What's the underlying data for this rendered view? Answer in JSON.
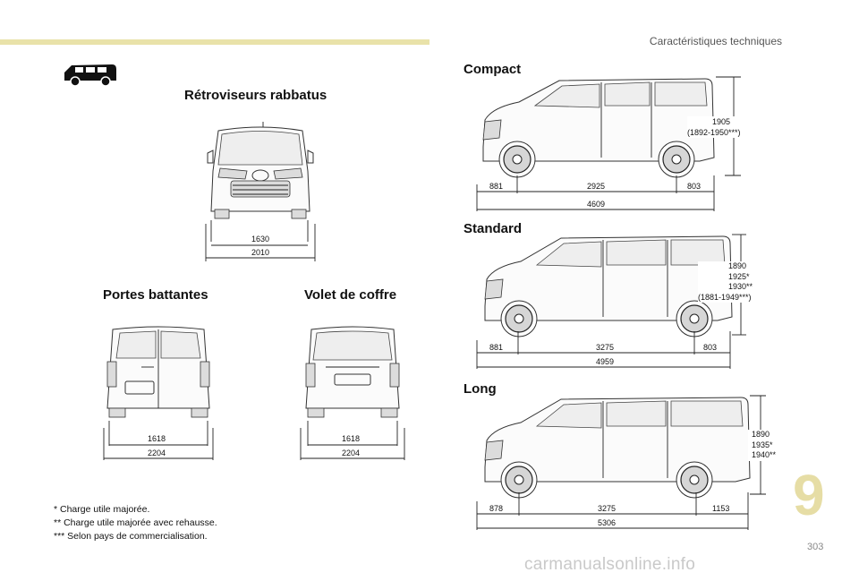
{
  "header": {
    "section_title": "Caractéristiques techniques",
    "chapter_number": "9",
    "page_number": "303"
  },
  "front_view": {
    "title": "Rétroviseurs rabbatus",
    "width_inner": "1630",
    "width_outer": "2010"
  },
  "rear_views": [
    {
      "title": "Portes battantes",
      "width_inner": "1618",
      "width_outer": "2204"
    },
    {
      "title": "Volet de coffre",
      "width_inner": "1618",
      "width_outer": "2204"
    }
  ],
  "side_views": [
    {
      "title": "Compact",
      "front": "881",
      "wheelbase": "2925",
      "rear": "803",
      "length": "4609",
      "height_lines": [
        "1905",
        "(1892-1950***)"
      ]
    },
    {
      "title": "Standard",
      "front": "881",
      "wheelbase": "3275",
      "rear": "803",
      "length": "4959",
      "height_lines": [
        "1890",
        "1925*",
        "1930**",
        "(1881-1949***)"
      ]
    },
    {
      "title": "Long",
      "front": "878",
      "wheelbase": "3275",
      "rear": "1153",
      "length": "5306",
      "height_lines": [
        "1890",
        "1935*",
        "1940**"
      ]
    }
  ],
  "footnotes": [
    "* Charge utile majorée.",
    "** Charge utile majorée avec rehausse.",
    "*** Selon pays de commercialisation."
  ],
  "watermark": "carmanualsonline.info"
}
